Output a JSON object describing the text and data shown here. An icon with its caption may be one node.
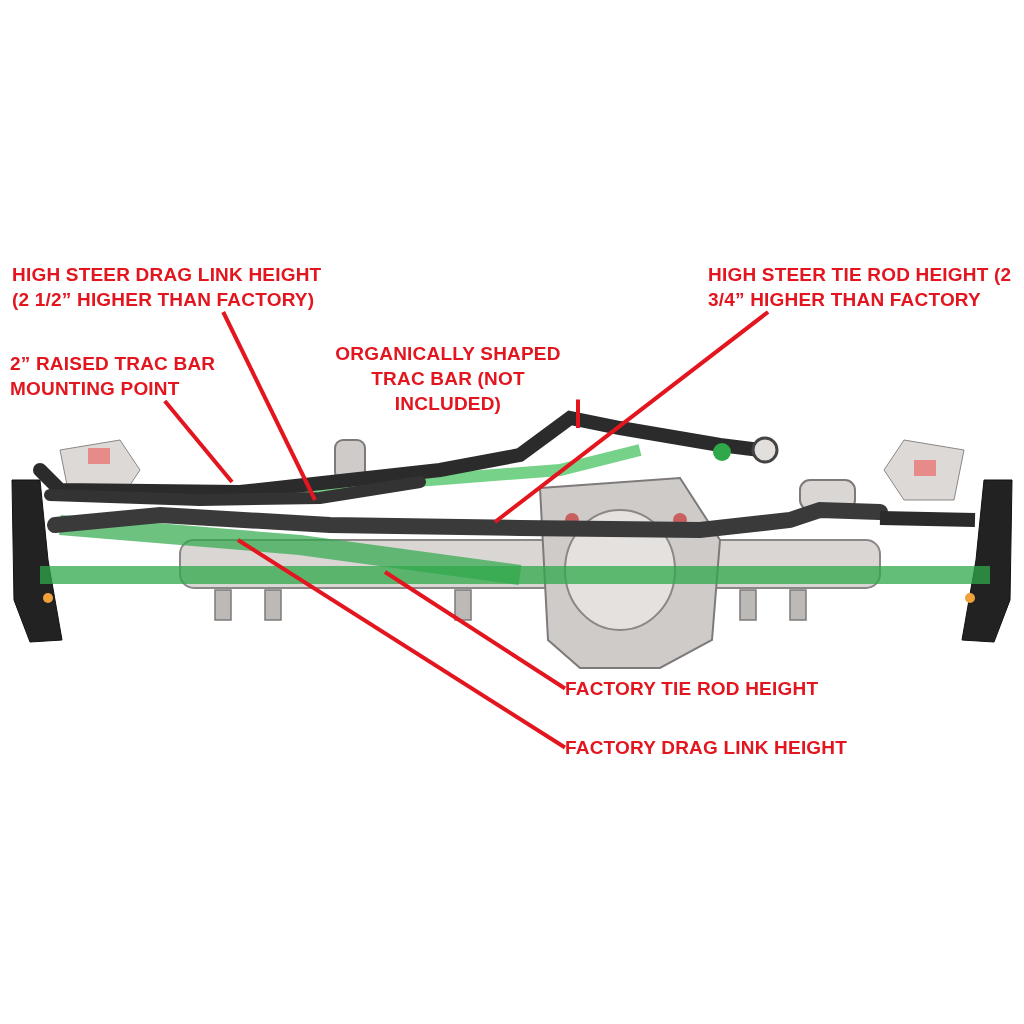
{
  "diagram": {
    "nodes": [
      {
        "text": [
          "HIGH STEER DRAG LINK HEIGHT (2 1/2” HIGHER THAN FACTORY)"
        ]
      },
      {
        "text": [
          "HIGH STEER TIE ROD HEIGHT (2 3/4” HIGHER THAN FACTORY"
        ]
      },
      {
        "text": [
          "2” RAISED TRAC BAR MOUNTING POINT"
        ]
      },
      {
        "text": [
          "ORGANICALLY SHAPED TRAC BAR (NOT INCLUDED)"
        ]
      },
      {
        "text": [
          "FACTORY TIE ROD HEIGHT"
        ]
      },
      {
        "text": [
          "FACTORY DRAG LINK HEIGHT"
        ]
      }
    ],
    "edges": [
      {
        "from": 0,
        "to": null,
        "arrow": "none"
      },
      {
        "from": 1,
        "to": null,
        "arrow": "none"
      },
      {
        "from": 2,
        "to": null,
        "arrow": "none"
      },
      {
        "from": 3,
        "to": null,
        "arrow": "none"
      },
      {
        "from": 4,
        "to": null,
        "arrow": "none"
      },
      {
        "from": 5,
        "to": null,
        "arrow": "none"
      }
    ]
  }
}
